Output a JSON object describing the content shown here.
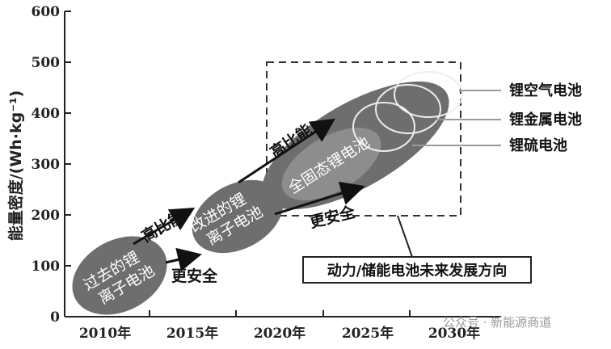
{
  "axis": {
    "y_label": "能量密度/(Wh·kg⁻¹)",
    "y_ticks": [
      "0",
      "100",
      "200",
      "300",
      "400",
      "500",
      "600"
    ],
    "x_ticks": [
      "2010年",
      "2015年",
      "2020年",
      "2025年",
      "2030年"
    ]
  },
  "stages": {
    "past": "过去的锂离子电池",
    "improved": "改进的锂离子电池",
    "solid_state": "全固态锂电池"
  },
  "arrows": {
    "higher_energy": "高比能",
    "safer": "更安全"
  },
  "future_types": [
    "锂空气电池",
    "锂金属电池",
    "锂硫电池"
  ],
  "box_label": "动力/储能电池未来发展方向",
  "watermark": "公众号 · 新能源商道",
  "colors": {
    "ellipse": "#6e6e6e",
    "axis": "#222222"
  }
}
